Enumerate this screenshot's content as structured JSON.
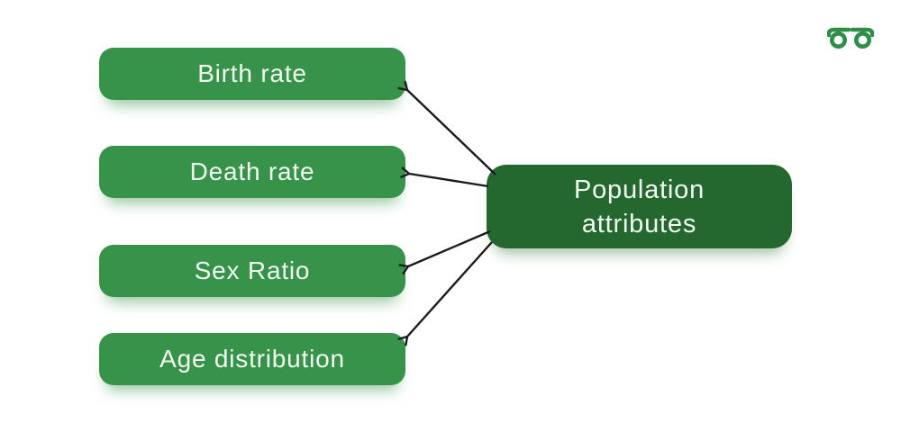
{
  "diagram": {
    "center_node": {
      "label": "Population attributes"
    },
    "attribute_nodes": [
      {
        "label": "Birth rate"
      },
      {
        "label": "Death rate"
      },
      {
        "label": "Sex Ratio"
      },
      {
        "label": "Age distribution"
      }
    ]
  },
  "branding": {
    "logo_icon": "geeksforgeeks-logo"
  },
  "colors": {
    "attribute_box_green": "#37924a",
    "center_box_green": "#25682f",
    "text_color": "#f2faf2",
    "arrow_color": "#1b1b1b",
    "logo_green": "#2f8d46"
  }
}
